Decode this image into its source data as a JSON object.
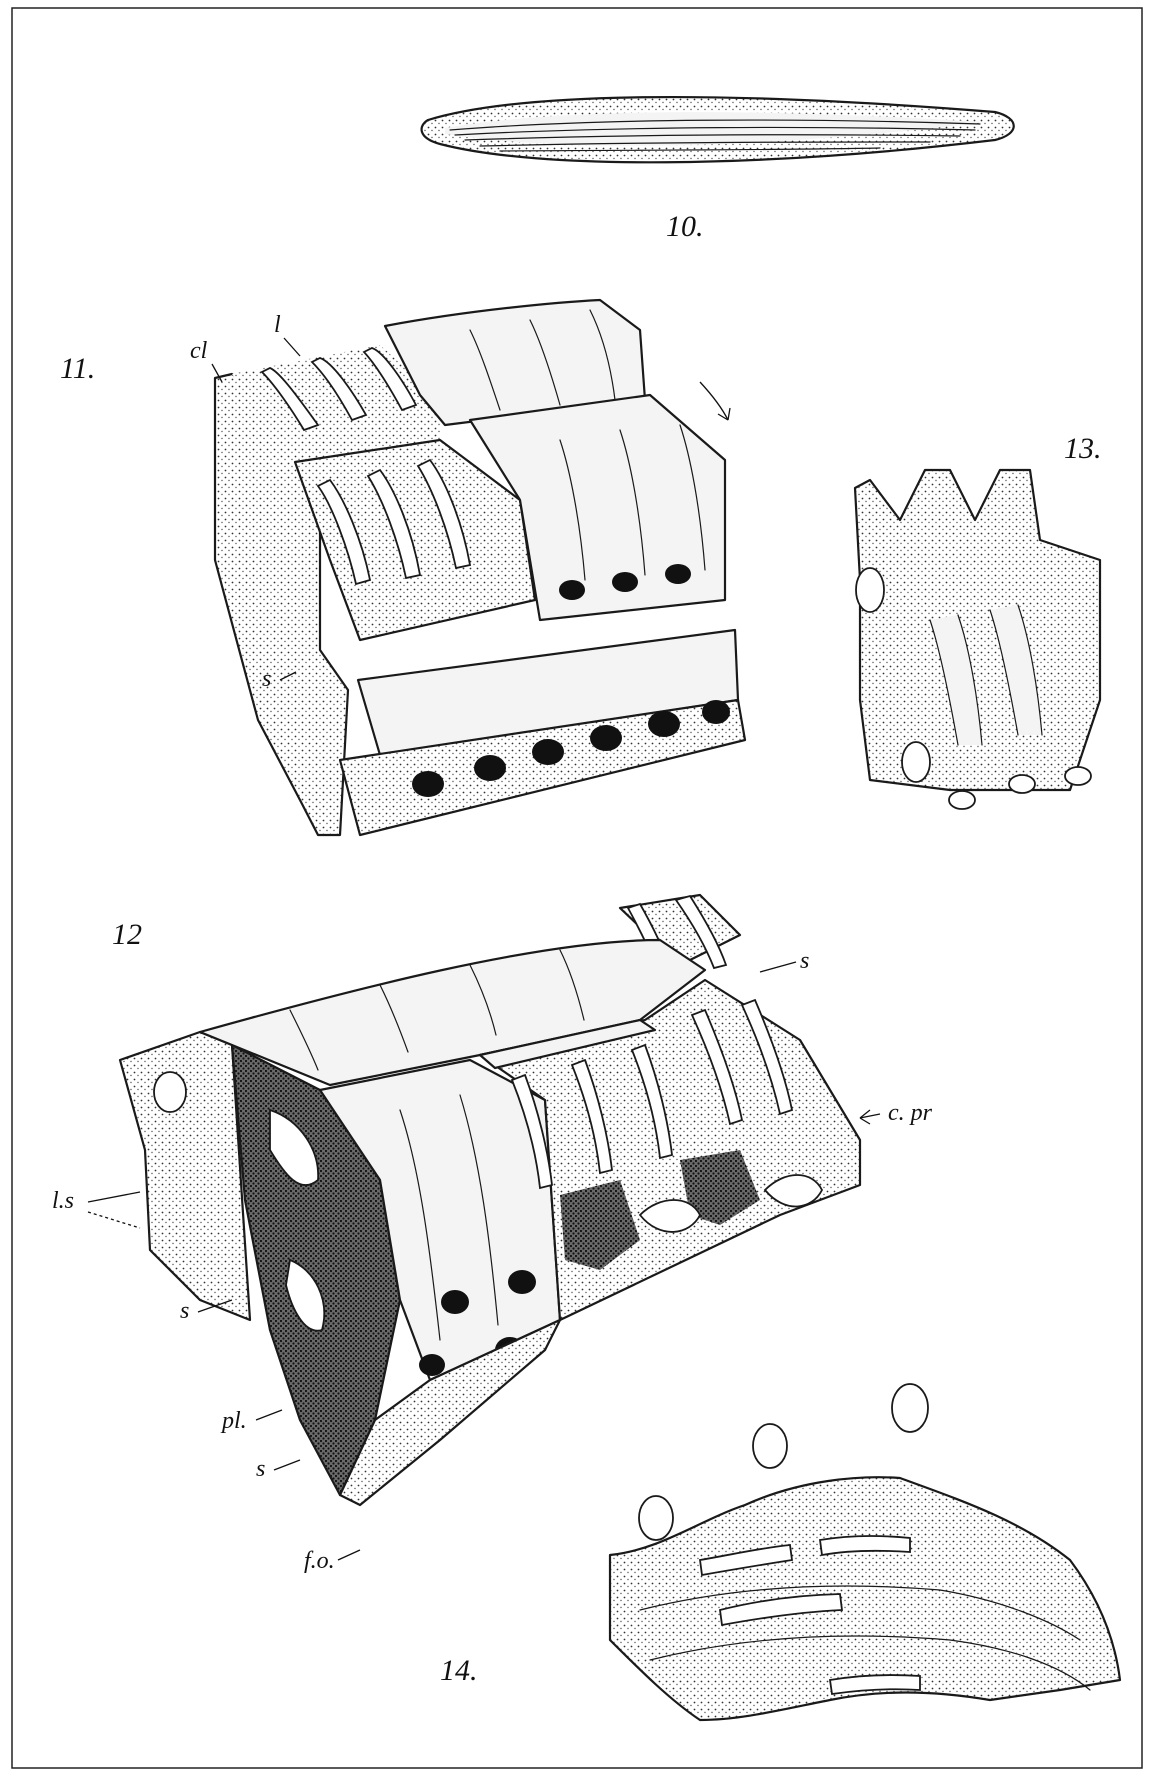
{
  "figures": [
    {
      "id": "fig-10",
      "number": "10."
    },
    {
      "id": "fig-11",
      "number": "11."
    },
    {
      "id": "fig-12",
      "number": "12"
    },
    {
      "id": "fig-13",
      "number": "13."
    },
    {
      "id": "fig-14",
      "number": "14."
    }
  ],
  "labels": {
    "fig11": {
      "cl": "cl",
      "l": "l",
      "s": "s"
    },
    "fig12": {
      "s_top": "s",
      "c_pr": "c. pr",
      "l_s": "l.s",
      "s_mid": "s",
      "pl": "pl.",
      "s_low": "s",
      "f_o": "f.o."
    }
  }
}
